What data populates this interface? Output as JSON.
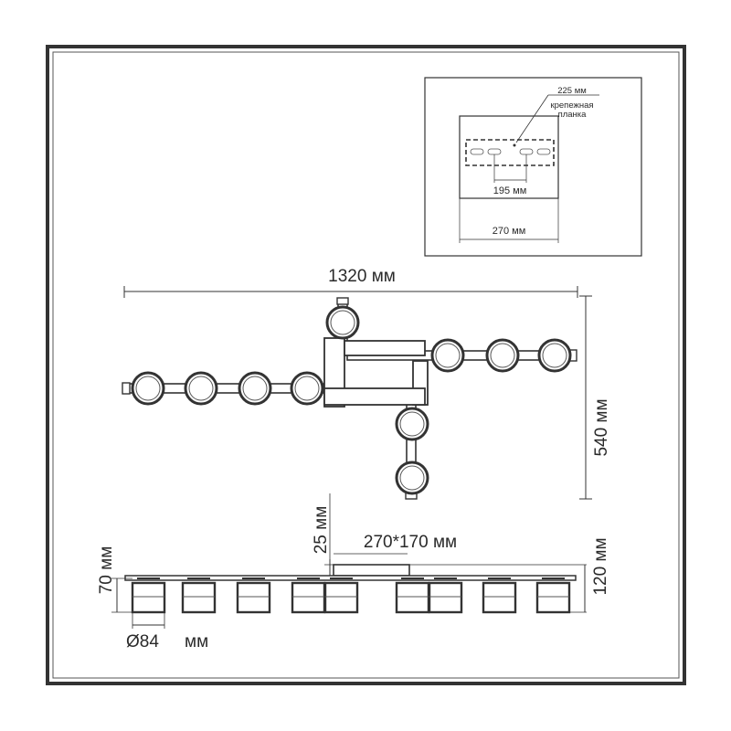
{
  "mount_detail": {
    "plate_length": "225 мм",
    "plate_name_line1": "крепежная",
    "plate_name_line2": "планка",
    "hole_spacing": "195 мм",
    "base_width": "270 мм"
  },
  "top_view": {
    "overall_width": "1320 мм",
    "overall_depth": "540 мм"
  },
  "side_view": {
    "base_height": "25 мм",
    "base_size": "270*170 мм",
    "shade_height": "70 мм",
    "total_height": "120 мм",
    "shade_diameter": "Ø84",
    "shade_diameter_unit": "мм"
  },
  "colors": {
    "line": "#2a2a2a",
    "frame": "#333333"
  }
}
